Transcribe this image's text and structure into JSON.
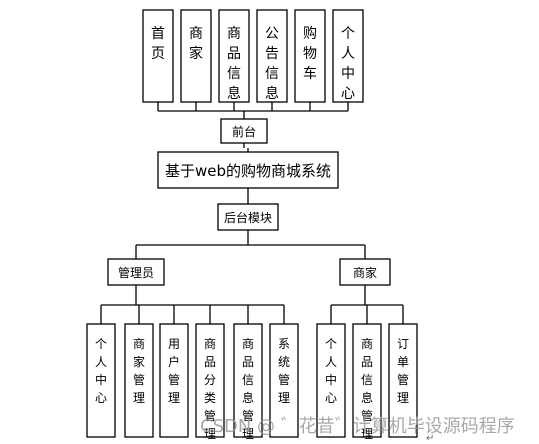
{
  "diagram": {
    "type": "tree",
    "nodes": [
      {
        "id": "home",
        "label": "首页",
        "orientation": "vertical"
      },
      {
        "id": "merchant-top",
        "label": "商家",
        "orientation": "vertical"
      },
      {
        "id": "product-info-top",
        "label": "商品信息",
        "orientation": "vertical"
      },
      {
        "id": "announcement",
        "label": "公告信息",
        "orientation": "vertical"
      },
      {
        "id": "cart",
        "label": "购物车",
        "orientation": "vertical"
      },
      {
        "id": "personal-center-top",
        "label": "个人中心",
        "orientation": "vertical"
      },
      {
        "id": "frontend",
        "label": "前台",
        "orientation": "horizontal"
      },
      {
        "id": "system",
        "label": "基于web的购物商城系统",
        "orientation": "horizontal"
      },
      {
        "id": "backend",
        "label": "后台模块",
        "orientation": "horizontal"
      },
      {
        "id": "admin",
        "label": "管理员",
        "orientation": "horizontal"
      },
      {
        "id": "merchant-role",
        "label": "商家",
        "orientation": "horizontal"
      },
      {
        "id": "admin-personal-center",
        "label": "个人中心",
        "orientation": "vertical"
      },
      {
        "id": "merchant-management",
        "label": "商家管理",
        "orientation": "vertical"
      },
      {
        "id": "user-management",
        "label": "用户管理",
        "orientation": "vertical"
      },
      {
        "id": "category-management",
        "label": "商品分类管理",
        "orientation": "vertical"
      },
      {
        "id": "admin-product-info-management",
        "label": "商品信息管理",
        "orientation": "vertical"
      },
      {
        "id": "system-management",
        "label": "系统管理",
        "orientation": "vertical"
      },
      {
        "id": "merchant-personal-center",
        "label": "个人中心",
        "orientation": "vertical"
      },
      {
        "id": "merchant-product-info-management",
        "label": "商品信息管理",
        "orientation": "vertical"
      },
      {
        "id": "order-management",
        "label": "订单管理",
        "orientation": "vertical"
      }
    ],
    "edges": [
      {
        "from": "frontend",
        "to": "home"
      },
      {
        "from": "frontend",
        "to": "merchant-top"
      },
      {
        "from": "frontend",
        "to": "product-info-top"
      },
      {
        "from": "frontend",
        "to": "announcement"
      },
      {
        "from": "frontend",
        "to": "cart"
      },
      {
        "from": "frontend",
        "to": "personal-center-top"
      },
      {
        "from": "system",
        "to": "frontend"
      },
      {
        "from": "system",
        "to": "backend"
      },
      {
        "from": "backend",
        "to": "admin"
      },
      {
        "from": "backend",
        "to": "merchant-role"
      },
      {
        "from": "admin",
        "to": "admin-personal-center"
      },
      {
        "from": "admin",
        "to": "merchant-management"
      },
      {
        "from": "admin",
        "to": "user-management"
      },
      {
        "from": "admin",
        "to": "category-management"
      },
      {
        "from": "admin",
        "to": "admin-product-info-management"
      },
      {
        "from": "admin",
        "to": "system-management"
      },
      {
        "from": "merchant-role",
        "to": "merchant-personal-center"
      },
      {
        "from": "merchant-role",
        "to": "merchant-product-info-management"
      },
      {
        "from": "merchant-role",
        "to": "order-management"
      }
    ]
  },
  "watermark": {
    "text": "CSDN @ ゛花昔゛计算机毕设源码程序"
  },
  "return_mark": "↵"
}
